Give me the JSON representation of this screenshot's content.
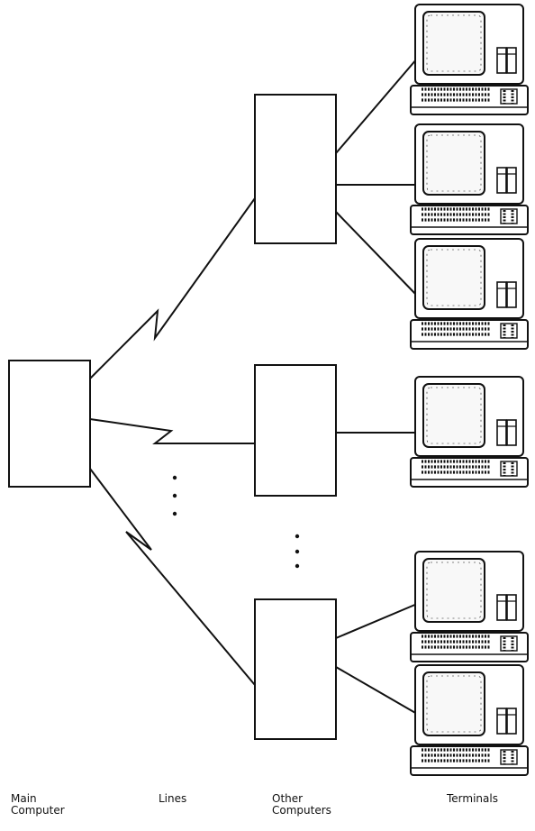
{
  "labels": {
    "main_computer": "Main\nComputer",
    "lines": "Lines",
    "other_computers": "Other\nComputers",
    "terminals": "Terminals"
  },
  "terminal_count": 6,
  "other_computer_count": 3,
  "colors": {
    "ink": "#111111",
    "screen": "#f8f8f8",
    "paper": "#ffffff"
  }
}
